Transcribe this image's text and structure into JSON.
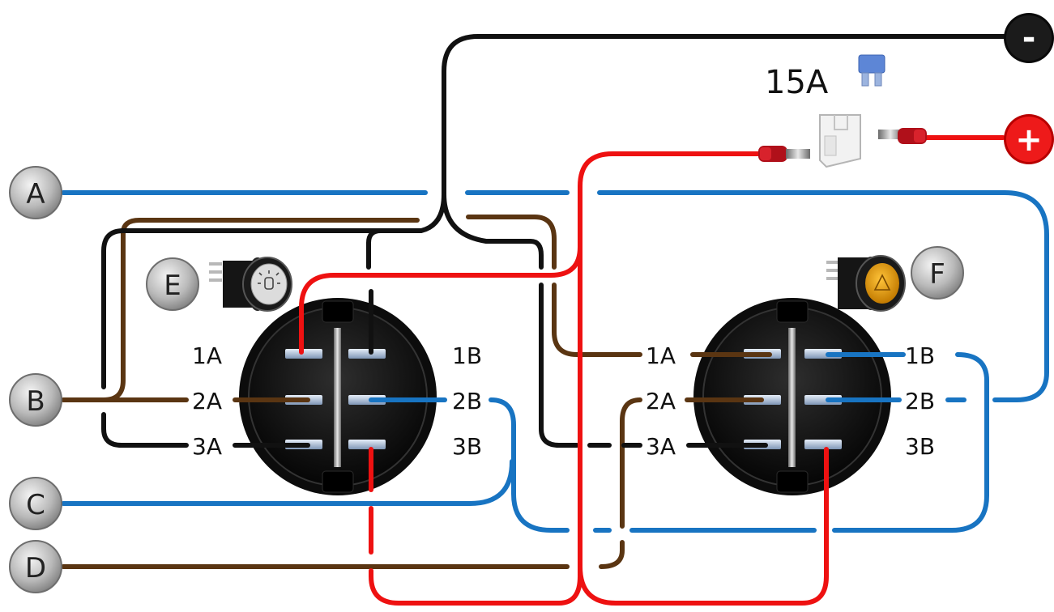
{
  "colors": {
    "blue": "#1874c2",
    "brown": "#5a3512",
    "black": "#111111",
    "red": "#ee1111"
  },
  "fuse_label": "15A",
  "terminals": {
    "negative": "-",
    "positive": "+"
  },
  "nodes": [
    "A",
    "B",
    "C",
    "D",
    "E",
    "F"
  ],
  "switches": [
    {
      "pins_left": [
        "1A",
        "2A",
        "3A"
      ],
      "pins_right": [
        "1B",
        "2B",
        "3B"
      ],
      "lamp_icon": "lamp-icon"
    },
    {
      "pins_left": [
        "1A",
        "2A",
        "3A"
      ],
      "pins_right": [
        "1B",
        "2B",
        "3B"
      ],
      "lamp_icon": "hazard-icon"
    }
  ]
}
